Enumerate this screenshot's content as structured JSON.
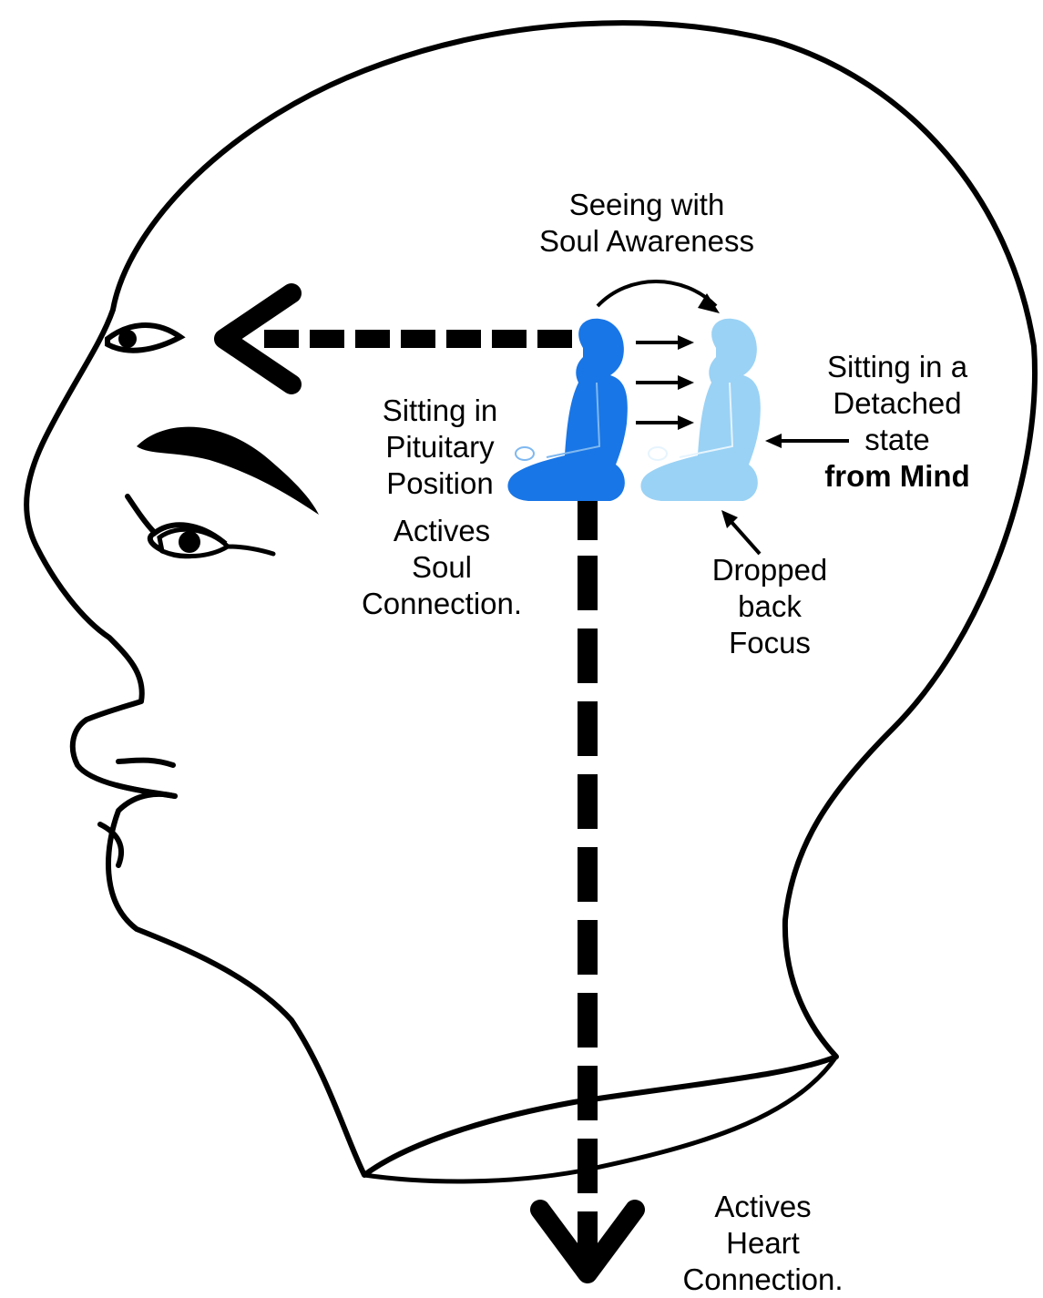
{
  "labels": {
    "seeing": [
      "Seeing with",
      "Soul Awareness"
    ],
    "sitting_pituitary": [
      "Sitting in",
      "Pituitary",
      "Position"
    ],
    "actives_soul": [
      "Actives",
      "Soul",
      "Connection."
    ],
    "sitting_detached": [
      "Sitting in a",
      "Detached",
      "state"
    ],
    "from_mind": "from Mind",
    "dropped_back": [
      "Dropped",
      "back",
      "Focus"
    ],
    "actives_heart": [
      "Actives",
      "Heart",
      "Connection."
    ]
  },
  "colors": {
    "outline": "#000000",
    "figure_front": "#1976e6",
    "figure_back": "#9ad2f5",
    "figure_line_front": "#7fb8f0",
    "figure_line_back": "#e6f4fd"
  },
  "icons": [
    "head-profile-outline",
    "eye-icon",
    "eyebrow-icon",
    "meditating-figure-front",
    "meditating-figure-back",
    "arrow-left-icon",
    "arrow-down-icon"
  ]
}
